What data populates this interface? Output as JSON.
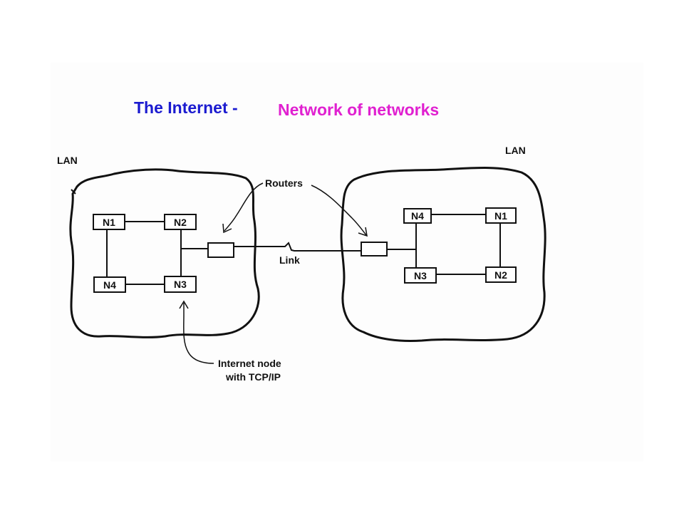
{
  "title": {
    "part1": "The Internet -",
    "part2": "Network of networks",
    "color1": "#1b1bd0",
    "color2": "#e020d0"
  },
  "labels": {
    "lan_left": "LAN",
    "lan_right": "LAN",
    "routers": "Routers",
    "link": "Link",
    "internet_node_line1": "Internet node",
    "internet_node_line2": "with TCP/IP"
  },
  "left_lan": {
    "nodes": [
      "N1",
      "N2",
      "N4",
      "N3"
    ]
  },
  "right_lan": {
    "nodes": [
      "N4",
      "N1",
      "N3",
      "N2"
    ]
  }
}
